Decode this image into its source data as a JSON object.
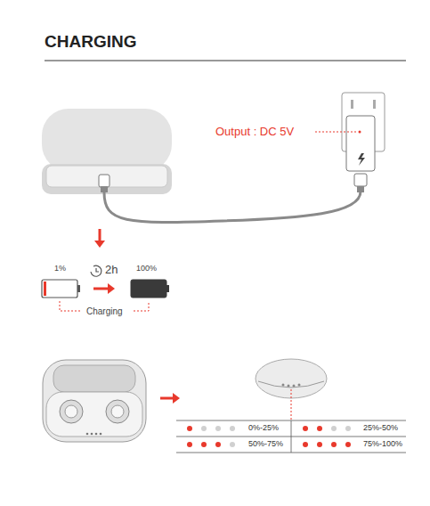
{
  "diagram": {
    "title": "CHARGING",
    "labels": [
      "Output : DC 5V",
      "1%",
      "2h",
      "100%",
      "Charging",
      "0%-25%",
      "25%-50%",
      "50%-75%",
      "75%-100%"
    ]
  }
}
